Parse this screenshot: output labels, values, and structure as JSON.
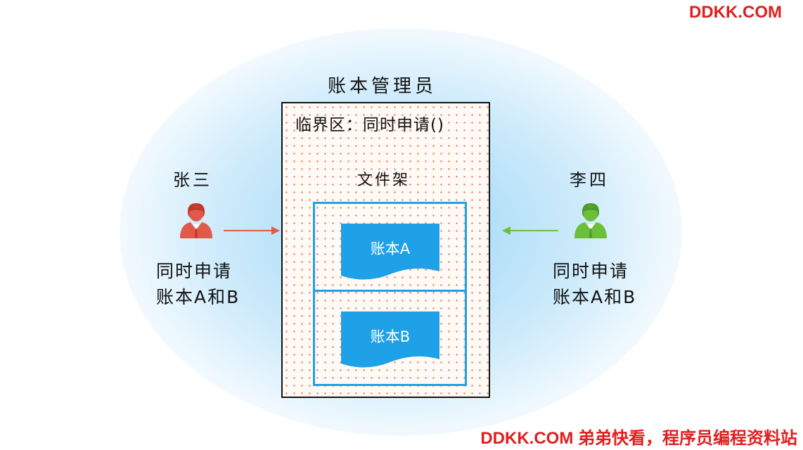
{
  "watermark_top": "DDKK.COM",
  "watermark_bottom": "DDKK.COM 弟弟快看，程序员编程资料站",
  "manager": {
    "title": "账本管理员",
    "critical_section": "临界区：同时申请()",
    "shelf_title": "文件架",
    "books": [
      {
        "label": "账本A"
      },
      {
        "label": "账本B"
      }
    ]
  },
  "left_person": {
    "name": "张三",
    "line1": "同时申请",
    "line2": "账本A和B",
    "icon": "person-red-icon",
    "color": "#e05a4a"
  },
  "right_person": {
    "name": "李四",
    "line1": "同时申请",
    "line2": "账本A和B",
    "icon": "person-green-icon",
    "color": "#6cbf3a"
  },
  "colors": {
    "book": "#1ea1e6",
    "left_arrow": "#e05a4a",
    "right_arrow": "#6cbf3a"
  }
}
